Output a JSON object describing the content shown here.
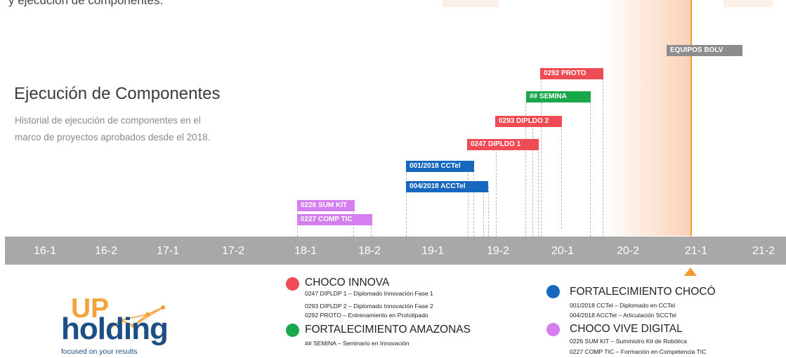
{
  "top_caption": "y ejecución de componentes.",
  "title": "Ejecución de Componentes",
  "subtitle": "Historial de ejecución de componentes en el marco de proyectos aprobados desde el 2018.",
  "timeline": {
    "ticks": [
      "16-1",
      "16-2",
      "17-1",
      "17-2",
      "18-1",
      "18-2",
      "19-1",
      "19-2",
      "20-1",
      "20-2",
      "21-1",
      "21-2"
    ],
    "current": "21-1"
  },
  "bars": {
    "sum_kit": "0226 SUM KIT",
    "comp_tic": "0227 COMP TIC",
    "cctel_001": "001/2018 CCTel",
    "accetel_004": "004/2018 ACCTel",
    "dipldo1": "0247 DIPLDO 1",
    "dipldo2": "0293 DIPLDO 2",
    "semina": "## SEMINA",
    "proto": "0292 PROTO",
    "equipos": "EQUIPOS BOLV"
  },
  "legend": {
    "choco_innova": {
      "title": "CHOCO INNOVA",
      "color": "#ee4b55",
      "items": [
        "0247 DIPLDP 1 – Diplomado Innovación Fase 1",
        "0293 DIPLDP 2 – Diplomado Innovación Fase 2",
        "0292 PROTO – Entrenamiento en Prototipado"
      ]
    },
    "fort_amazonas": {
      "title": "FORTALECIMIENTO AMAZONAS",
      "color": "#1aa84d",
      "items": [
        "## SEMINA – Seminario en Innovación"
      ]
    },
    "fort_choco": {
      "title": "FORTALECIMIENTO CHOCÓ",
      "color": "#1668bf",
      "items": [
        "001/2018 CCTel – Diplomado en CCTel",
        "004/2018 ACCTel – Articulación SCCTel"
      ]
    },
    "choco_vive": {
      "title": "CHOCO VIVE DIGITAL",
      "color": "#d47ef0",
      "items": [
        "0226 SUM KIT – Suministro Kit de Robótica",
        "0227 COMP TIC – Formación en Competencia TIC"
      ]
    }
  },
  "logo": {
    "up": "UP",
    "holding": "holding",
    "tagline": "focused on your results"
  }
}
